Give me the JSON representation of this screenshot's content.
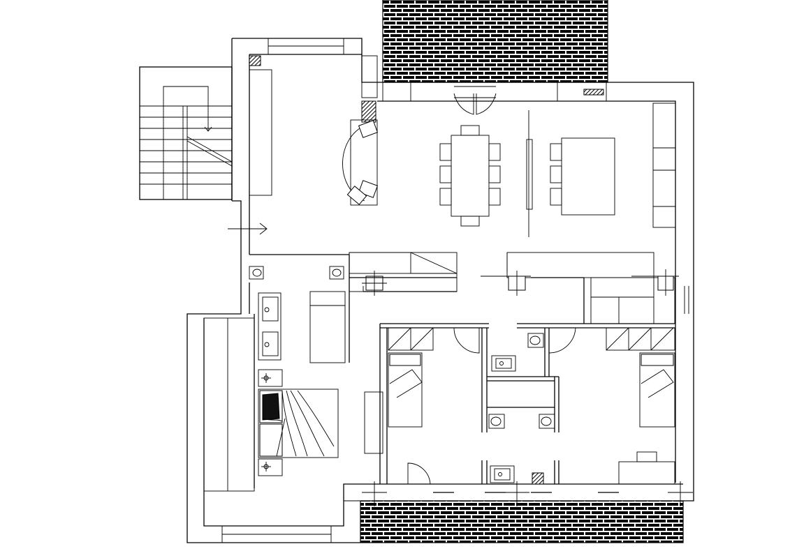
{
  "drawing": {
    "type": "architectural floor plan",
    "style": "black line drawing on white",
    "colors": {
      "line": "#000000",
      "background": "#ffffff"
    }
  },
  "zones": [
    {
      "name": "stairwell",
      "icon": "staircase-icon"
    },
    {
      "name": "entrance-hall",
      "icon": "entry-arrow-icon"
    },
    {
      "name": "living-dining",
      "icon": "dining-table-icon"
    },
    {
      "name": "master-bedroom",
      "icon": "double-bed-icon"
    },
    {
      "name": "bedroom",
      "icon": "single-bed-icon"
    },
    {
      "name": "bedroom",
      "icon": "single-bed-icon"
    },
    {
      "name": "bathroom",
      "icon": "toilet-icon"
    },
    {
      "name": "bathroom",
      "icon": "toilet-icon"
    },
    {
      "name": "bathroom",
      "icon": "toilet-icon"
    },
    {
      "name": "terrace",
      "icon": "brick-pattern"
    },
    {
      "name": "terrace",
      "icon": "brick-pattern"
    }
  ]
}
